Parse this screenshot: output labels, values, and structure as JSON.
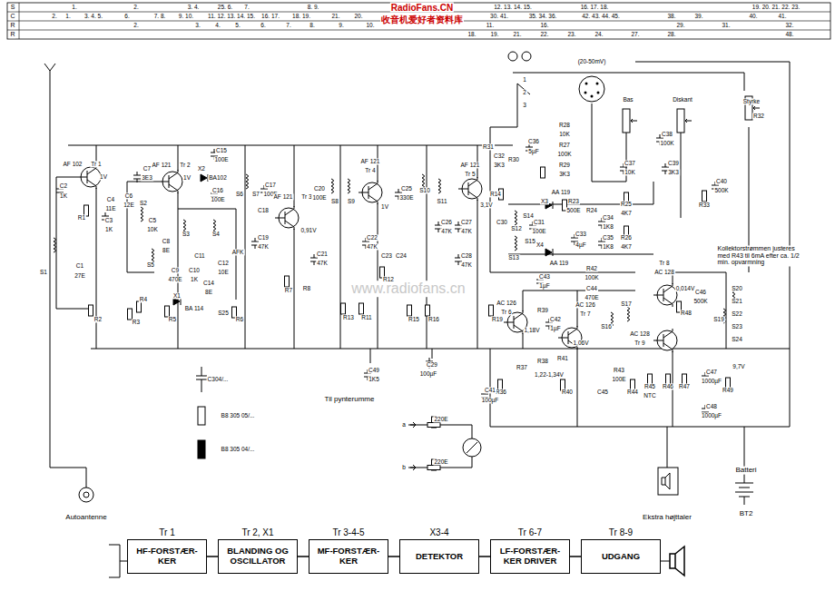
{
  "diagram": {
    "nodes": [
      {
        "text": [
          "Tr 1",
          "HF-FORSTÆR- KER"
        ]
      },
      {
        "text": [
          "Tr 2, X1",
          "BLANDING OG OSCILLATOR"
        ]
      },
      {
        "text": [
          "Tr 3-4-5",
          "MF-FORSTÆR- KER"
        ]
      },
      {
        "text": [
          "X3-4",
          "DETEKTOR"
        ]
      },
      {
        "text": [
          "Tr 6-7",
          "LF-FORSTÆR- KER DRIVER"
        ]
      },
      {
        "text": [
          "Tr 8-9",
          "UDGANG"
        ]
      }
    ],
    "edges": [
      {
        "from": 0,
        "to": 1,
        "arrow": "none"
      },
      {
        "from": 1,
        "to": 2,
        "arrow": "none"
      },
      {
        "from": 2,
        "to": 3,
        "arrow": "none"
      },
      {
        "from": 3,
        "to": 4,
        "arrow": "none"
      },
      {
        "from": 4,
        "to": 5,
        "arrow": "none"
      }
    ],
    "labels": [
      "S",
      "C",
      "R",
      "R",
      "1.",
      "2.",
      "3. 4.",
      "25. 6.",
      "7.",
      "8. 9.",
      "12. 13. 14. 15.",
      "16. 17. 18.",
      "19. 20. 21. 22. 23.",
      "2.",
      "1.",
      "3. 4. 5.",
      "6.",
      "7. 8.",
      "9. 10.",
      "11. 12. 13. 14. 15.",
      "16. 17.",
      "18. 19.",
      "21.",
      "20.",
      "30. 41.",
      "35. 34. 36.",
      "42. 43. 44. 45.",
      "38.",
      "39.",
      "40.",
      "41.",
      "2.",
      "3.",
      "4.",
      "5.",
      "6.",
      "7.",
      "8.",
      "9.",
      "10.",
      "11.",
      "16.",
      "29.",
      "31.",
      "32.",
      "18.",
      "19.",
      "21.",
      "22.",
      "23.",
      "24.",
      "27.",
      "28.",
      "48.",
      "RadioFans.CN",
      "收音机爱好者资料库",
      "www.radiofans.cn",
      "AF 102",
      "Tr 1",
      "1V",
      "C2",
      "1K",
      "R1",
      "S1",
      "C1",
      "27E",
      "R2",
      "C4",
      "11E",
      "C3",
      "1K",
      "C6",
      "12E",
      "C7",
      "3E3",
      "S2",
      "C5",
      "10K",
      "AF 121",
      "Tr 2",
      "1V",
      "X2",
      "BA102",
      "C15",
      "100E",
      "C16",
      "100E",
      "C11",
      "S3",
      "S4",
      "C8",
      "8E",
      "C12",
      "10E",
      "C14",
      "8E",
      "AFK",
      "S5",
      "C9",
      "470E",
      "C10",
      "1K",
      "X1",
      "BA 114",
      "R4",
      "R5",
      "R3",
      "S25",
      "R6",
      "S6",
      "S7",
      "C17",
      "100E",
      "C18",
      "AF 121",
      "Tr 3",
      "0,91V",
      "C19",
      "47K",
      "C21",
      "47K",
      "R7",
      "R8",
      "C20",
      "100E",
      "S8",
      "S9",
      "AF 121",
      "Tr 4",
      "1V",
      "C22",
      "47K",
      "C23",
      "C24",
      "R12",
      "R13",
      "R11",
      "C25",
      "330E",
      "S10",
      "S11",
      "AF 121",
      "Tr 5",
      "3,1V",
      "R14",
      "C26",
      "47K",
      "C27",
      "47K",
      "C28",
      "47K",
      "R15",
      "R16",
      "C29",
      "100µF",
      "R19",
      "C49",
      "1K5",
      "Til pynterumme",
      "C30",
      "S12",
      "S14",
      "S15",
      "S13",
      "C31",
      "100E",
      "X3",
      "AA 119",
      "X4",
      "AA 119",
      "R23",
      "500E",
      "C33",
      "4µF",
      "C34",
      "1K8",
      "C35",
      "1K8",
      "R24",
      "R25",
      "4K7",
      "R26",
      "4K7",
      "1",
      "2",
      "3",
      "(20-50mV)",
      "Bas",
      "Diskant",
      "Styrke",
      "C36",
      "5µF",
      "R28",
      "10K",
      "R27",
      "100K",
      "R29",
      "3K3",
      "R31",
      "C32",
      "3K3",
      "R30",
      "C37",
      "10K",
      "C38",
      "100K",
      "C39",
      "3K3",
      "C40",
      "500K",
      "R33",
      "R32",
      "C43",
      "1µF",
      "R42",
      "100K",
      "C44",
      "470E",
      "AC 126",
      "Tr 6",
      "1,18V",
      "R39",
      "C42",
      "1µF",
      "AC 126",
      "Tr 7",
      "1,06V",
      "S16",
      "S17",
      "AC 128",
      "Tr 8",
      "0,014V",
      "AC 128",
      "Tr 9",
      "R48",
      "C46",
      "500K",
      "S19",
      "S20",
      "S21",
      "S22",
      "S23",
      "S24",
      "Kollektorstrømmen justeres med R43 til 6mA efter ca. 1/2 min. opvarmning",
      "R41",
      "R43",
      "100E",
      "R44",
      "C45",
      "1,22-1,34V",
      "R36",
      "R37",
      "R38",
      "R40",
      "C41",
      "100µF",
      "R45",
      "NTC",
      "R46",
      "R47",
      "C47",
      "1000µF",
      "C48",
      "1000µF",
      "R49",
      "9,7V",
      "Autoantenne",
      "C304/...",
      "B8 305 05/...",
      "B8 305 04/...",
      "a",
      "b",
      "220E",
      "220E",
      "Ekstra højttaler",
      "Batteri",
      "BT2"
    ]
  }
}
